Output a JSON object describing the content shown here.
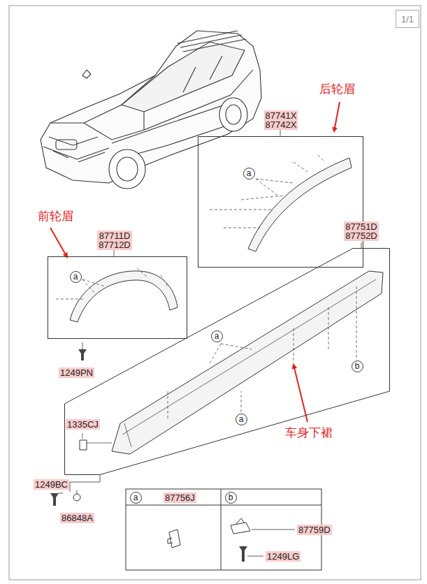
{
  "diagram": {
    "nodes": [
      {
        "text": [
          "1/1"
        ]
      },
      {
        "text": [
          "87741X 87742X"
        ]
      },
      {
        "text": [
          "87711D 87712D"
        ]
      },
      {
        "text": [
          "87751D 87752D"
        ]
      }
    ],
    "labels": [
      "后轮眉",
      "前轮眉",
      "车身下裙",
      "a",
      "a",
      "a",
      "b",
      "a",
      "1249PN",
      "1335CJ",
      "1249BC",
      "86848A",
      "a",
      "87756J",
      "b",
      "87759D",
      "1249LG"
    ]
  }
}
